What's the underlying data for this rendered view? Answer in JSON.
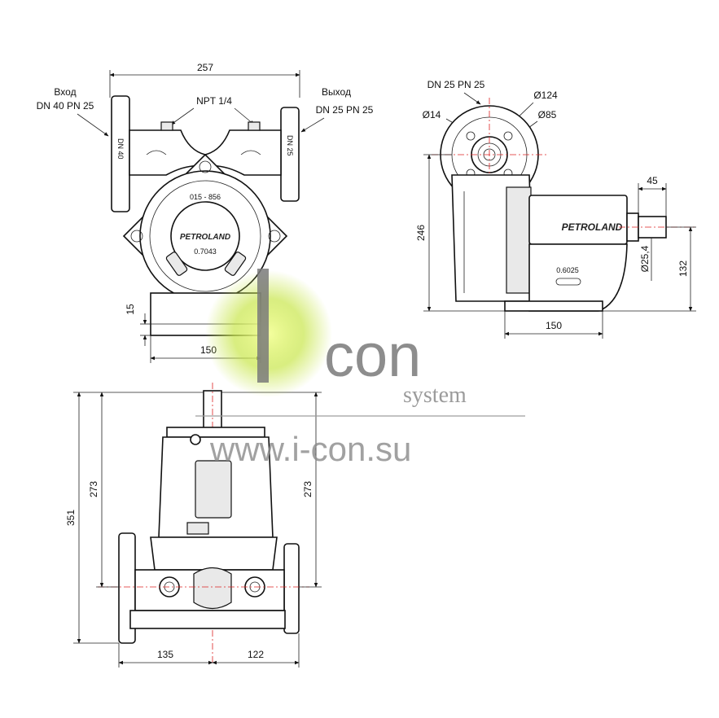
{
  "front_view": {
    "width_dim": "257",
    "inlet_title": "Вход",
    "inlet_spec": "DN 40 PN 25",
    "outlet_title": "Выход",
    "outlet_spec": "DN 25 PN 25",
    "port_thread": "NPT 1/4",
    "flange_left_mark": "DN 40",
    "flange_right_mark": "DN 25",
    "cover_code": "015 - 856",
    "brand": "PETROLAND",
    "cover_number": "0.7043",
    "foot_height_dim": "15",
    "foot_width_dim": "150"
  },
  "side_view": {
    "flange_spec": "DN 25 PN 25",
    "bolt_circle_dim": "Ø124",
    "hole_dim": "Ø14",
    "bore_dim": "Ø85",
    "height_dim": "246",
    "shaft_length_dim": "45",
    "shaft_diameter_dim": "Ø25,4",
    "shaft_height_dim": "132",
    "base_width_dim": "150",
    "brand": "PETROLAND",
    "gear_number": "0.6025"
  },
  "bottom_view": {
    "total_height_dim": "351",
    "left_height_dim": "273",
    "right_height_dim": "273",
    "left_offset_dim": "135",
    "right_offset_dim": "122"
  },
  "watermark": {
    "logo_text": "con",
    "tagline": "system",
    "url": "www.i-con.su",
    "accent_color": "#c8e64a"
  }
}
